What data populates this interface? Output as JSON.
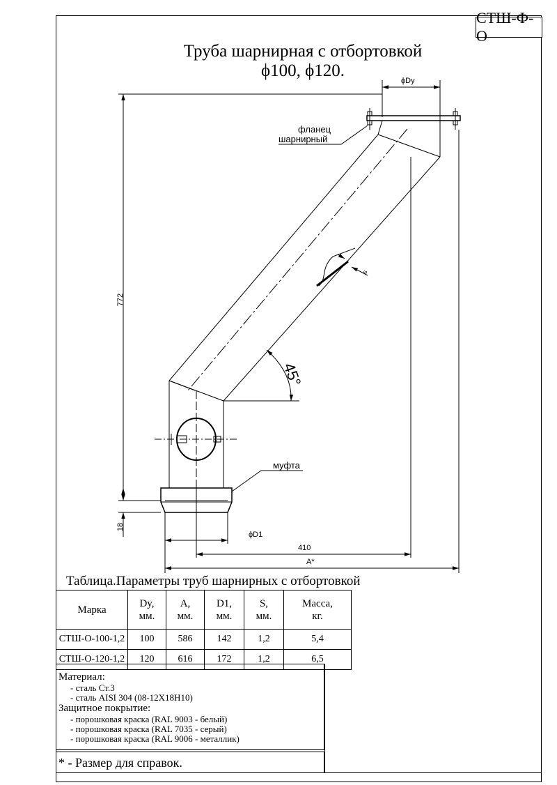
{
  "stamp": "СТШ-Ф-О",
  "title": {
    "line1": "Труба шарнирная с отбортовкой",
    "line2": "ϕ100, ϕ120."
  },
  "drawing": {
    "label_flange_1": "фланец",
    "label_flange_2": "шарнирный",
    "label_coupling": "муфта",
    "dim_dy": "ϕDу",
    "dim_s": "s",
    "dim_angle": "45°",
    "dim_height": "772",
    "dim_bottom": "18",
    "dim_d1": "ϕD1",
    "dim_410": "410",
    "dim_a": "А*"
  },
  "table": {
    "caption": "Таблица.Параметры труб шарнирных с отбортовкой",
    "headers": [
      "Марка",
      "Dy,\nмм.",
      "A,\nмм.",
      "D1,\nмм.",
      "S,\nмм.",
      "Масса,\nкг."
    ],
    "rows": [
      [
        "СТШ-О-100-1,2",
        "100",
        "586",
        "142",
        "1,2",
        "5,4"
      ],
      [
        "СТШ-О-120-1,2",
        "120",
        "616",
        "172",
        "1,2",
        "6,5"
      ]
    ]
  },
  "notes": {
    "material_title": "Материал:",
    "material_1": "- сталь Ст.3",
    "material_2": "- сталь AISI 304 (08-12Х18Н10)",
    "coating_title": "Защитное покрытие:",
    "coating_1": "- порошковая краска (RAL 9003 - белый)",
    "coating_2": "- порошковая краска (RAL 7035 - серый)",
    "coating_3": "- порошковая краска (RAL 9006 - металлик)",
    "footnote": "* - Размер для справок."
  }
}
